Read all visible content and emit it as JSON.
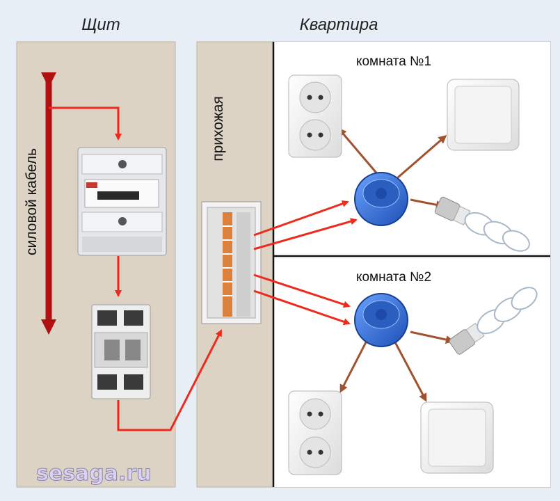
{
  "headings": {
    "panel": "Щит",
    "apartment": "Квартира"
  },
  "labels": {
    "power_cable": "силовой кабель",
    "hallway": "прихожая",
    "room1": "комната №1",
    "room2": "комната №2"
  },
  "watermark": "sesaga.ru",
  "colors": {
    "background": "#e8eef5",
    "panel_fill": "#dcd3c5",
    "wire_red": "#ee2a1c",
    "wire_brown": "#a0522d",
    "power_cable": "#b01010",
    "junction_box": "#2f6fd6",
    "room_divider": "#111111"
  },
  "icons": [
    "electricity-meter",
    "rcd-breaker",
    "distribution-board",
    "junction-box",
    "socket",
    "light-switch",
    "cfl-bulb"
  ]
}
